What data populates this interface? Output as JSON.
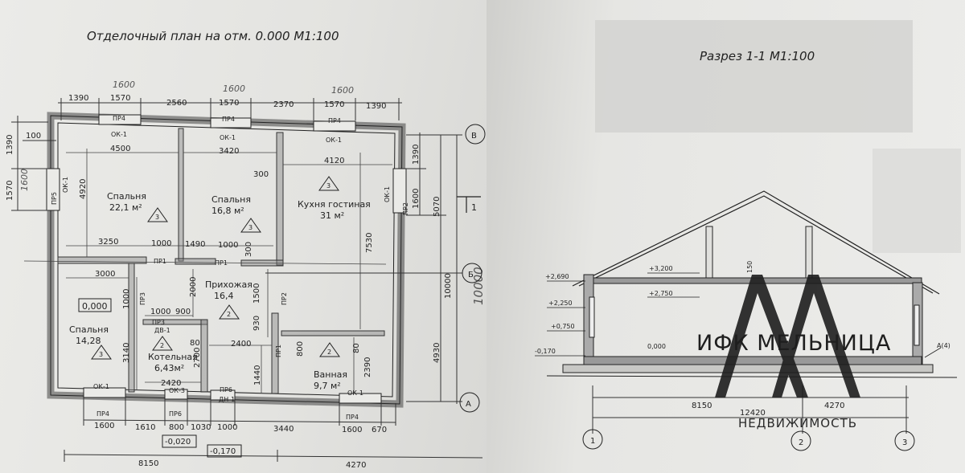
{
  "plan": {
    "title": "Отделочный план на отм. 0.000 М1:100",
    "rooms": [
      {
        "name": "Спальня",
        "area": "22,1 м²",
        "number": "3"
      },
      {
        "name": "Спальня",
        "area": "16,8 м²",
        "number": "3"
      },
      {
        "name": "Кухня гостиная",
        "area": "31 м²",
        "number": "3"
      },
      {
        "name": "Прихожая",
        "area": "16,4",
        "number": "2"
      },
      {
        "name": "Спальня",
        "area": "14,28",
        "number": "3"
      },
      {
        "name": "Котельная",
        "area": "6,43м²",
        "number": "2"
      },
      {
        "name": "Ванная",
        "area": "9,7 м²",
        "number": "2"
      }
    ],
    "level_mark": "0,000",
    "level_outside_1": "-0,020",
    "level_outside_2": "-0,170",
    "grid_axes": {
      "a": "А",
      "b": "Б",
      "v": "В"
    },
    "section_mark": "1",
    "handwritten": {
      "top": "1600",
      "left": "1600",
      "right_vertical": "10000"
    },
    "openings": {
      "pr4": "ПР4",
      "pr5": "ПР5",
      "pr2": "ПР2",
      "pr1": "ПР1",
      "pr3": "ПР3",
      "pr6": "ПР6",
      "ok1": "ОК-1",
      "ok3": "ОК-3",
      "dv1": "ДВ-1",
      "dn1": "ДН-1"
    },
    "dims_top": [
      "1390",
      "1570",
      "2560",
      "1570",
      "2370",
      "1570",
      "1390"
    ],
    "dims_inner_top": [
      "4500",
      "3420",
      "4120"
    ],
    "dims_left": [
      "1390",
      "1570",
      "100",
      "4920",
      "3140",
      "1000"
    ],
    "dims_right": [
      "1390",
      "1600",
      "5070",
      "7530",
      "10000",
      "4930",
      "2390",
      "1440"
    ],
    "dims_middle": [
      "3250",
      "1000",
      "1490",
      "1000",
      "3000",
      "2000",
      "1000",
      "900",
      "300",
      "300",
      "1500",
      "930",
      "80",
      "80",
      "2400",
      "2700",
      "800",
      "2420"
    ],
    "dims_bottom": [
      "1600",
      "1610",
      "800",
      "1030",
      "1000",
      "3440",
      "1600",
      "670",
      "8150",
      "4270"
    ]
  },
  "section": {
    "title": "Разрез 1-1 М1:100",
    "levels": [
      "+3,200",
      "+2,690",
      "+2,750",
      "+2,250",
      "+0,750",
      "-0,170",
      "0,000"
    ],
    "dim_150": "150",
    "dims_bottom": [
      "8150",
      "4270",
      "12420"
    ],
    "axes": [
      "1",
      "2",
      "3"
    ],
    "callout": "А(4)"
  },
  "watermark": {
    "name": "ИФК МЕЛЬНИЦА",
    "sub": "НЕДВИЖИМОСТЬ"
  }
}
